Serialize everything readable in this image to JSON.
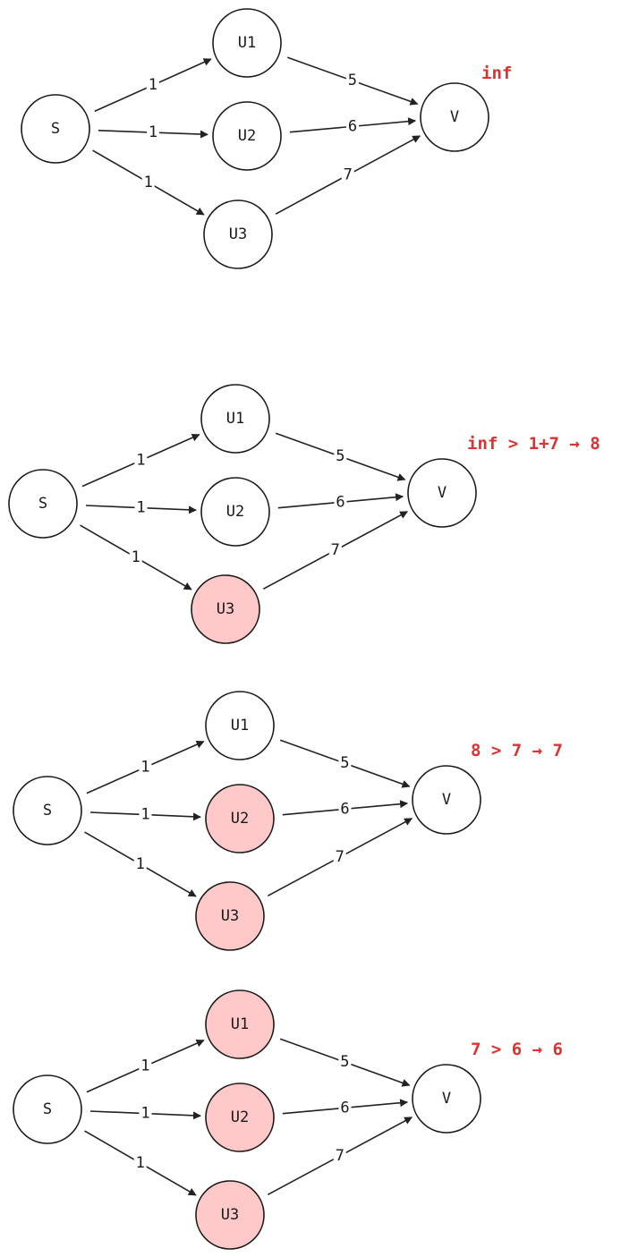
{
  "colors": {
    "node_fill": "#ffffff",
    "node_fill_highlight": "#ffc9c9",
    "annotation": "#e03131",
    "stroke": "#1a1a1a"
  },
  "diagram": {
    "node_labels": {
      "S": "S",
      "U1": "U1",
      "U2": "U2",
      "U3": "U3",
      "V": "V"
    },
    "edges": [
      {
        "from": "S",
        "to": "U1",
        "weight": "1"
      },
      {
        "from": "S",
        "to": "U2",
        "weight": "1"
      },
      {
        "from": "S",
        "to": "U3",
        "weight": "1"
      },
      {
        "from": "U1",
        "to": "V",
        "weight": "5"
      },
      {
        "from": "U2",
        "to": "V",
        "weight": "6"
      },
      {
        "from": "U3",
        "to": "V",
        "weight": "7"
      }
    ],
    "panels": [
      {
        "annotation": "inf",
        "highlighted": []
      },
      {
        "annotation": "inf > 1+7 → 8",
        "highlighted": [
          "U3"
        ]
      },
      {
        "annotation": "8 > 7 → 7",
        "highlighted": [
          "U2",
          "U3"
        ]
      },
      {
        "annotation": "7 > 6 → 6",
        "highlighted": [
          "U1",
          "U2",
          "U3"
        ]
      }
    ]
  }
}
